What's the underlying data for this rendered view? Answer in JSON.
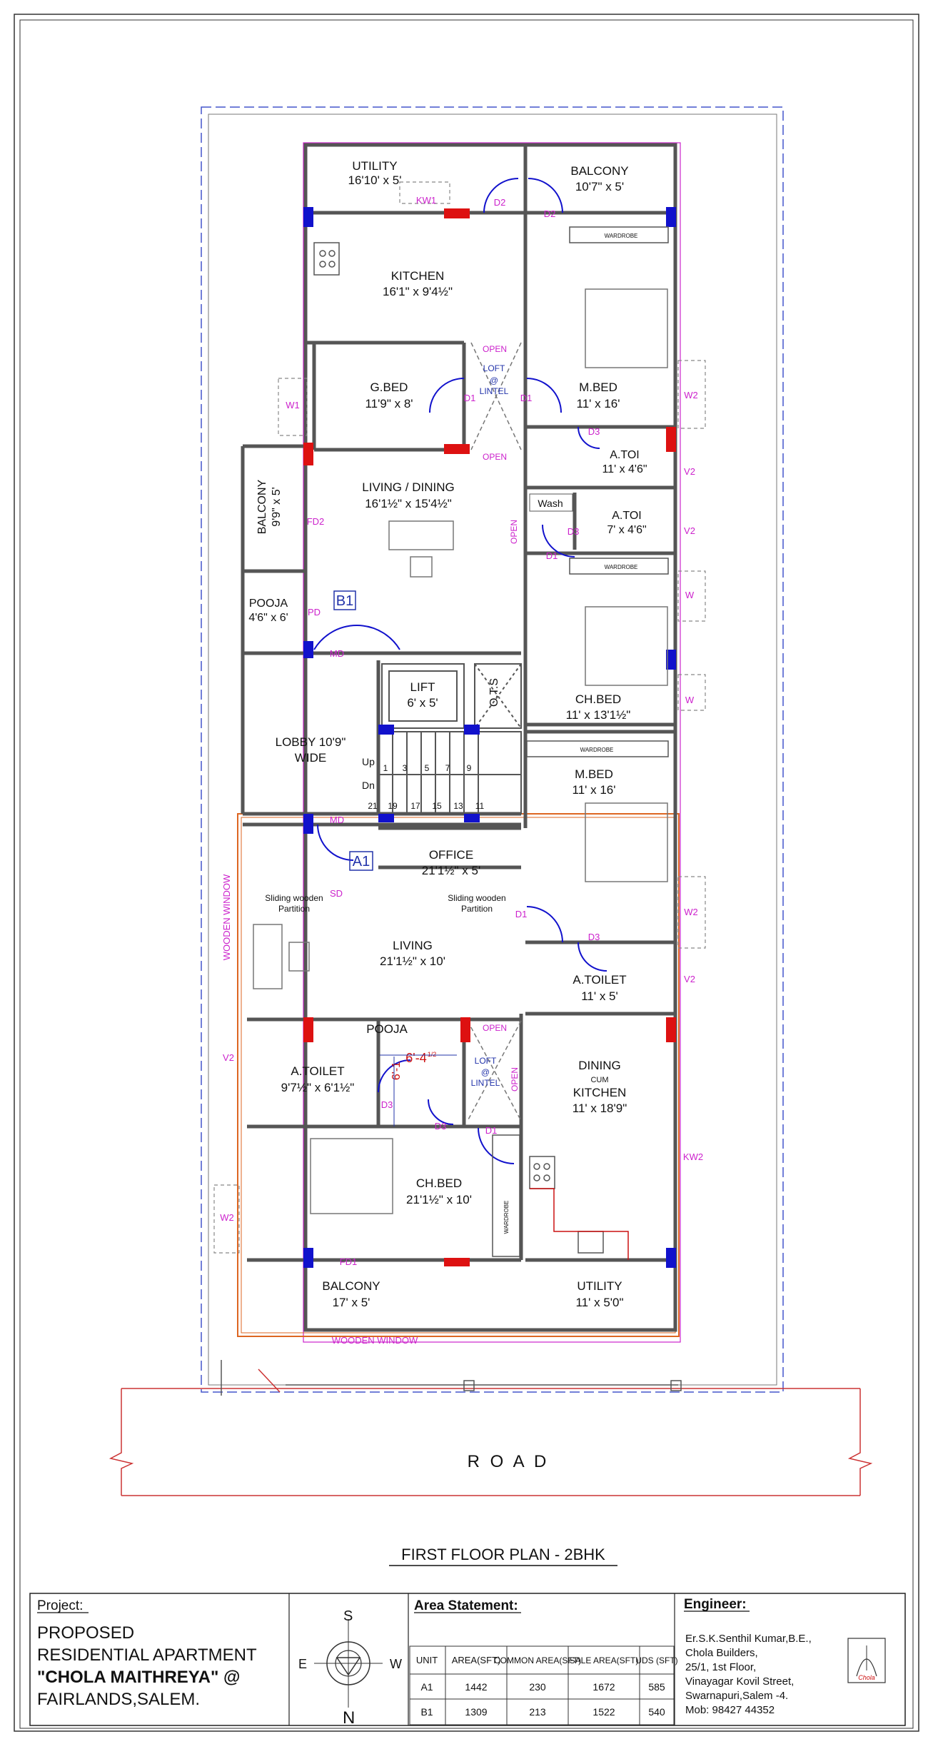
{
  "rooms": {
    "utility_top": {
      "name": "UTILITY",
      "size": "16'10' x 5'"
    },
    "balcony_top": {
      "name": "BALCONY",
      "size": "10'7\" x 5'"
    },
    "kitchen": {
      "name": "KITCHEN",
      "size": "16'1\" x 9'4½\""
    },
    "gbed": {
      "name": "G.BED",
      "size": "11'9\" x 8'"
    },
    "mbed_b1": {
      "name": "M.BED",
      "size": "11' x 16'"
    },
    "atoi_1": {
      "name": "A.TOI",
      "size": "11' x 4'6\""
    },
    "atoi_2": {
      "name": "A.TOI",
      "size": "7' x 4'6\""
    },
    "living_dining": {
      "name": "LIVING / DINING",
      "size": "16'1½\" x 15'4½\""
    },
    "balcony_left": {
      "name": "BALCONY",
      "size": "9'9\" x 5'"
    },
    "pooja_b1": {
      "name": "POOJA",
      "size": "4'6\" x 6'"
    },
    "chbed_b1": {
      "name": "CH.BED",
      "size": "11' x 13'1½\""
    },
    "lift": {
      "name": "LIFT",
      "size": "6' x 5'"
    },
    "lobby": {
      "name": "LOBBY 10'9\"",
      "size": "WIDE"
    },
    "mbed_a1": {
      "name": "M.BED",
      "size": "11' x 16'"
    },
    "office": {
      "name": "OFFICE",
      "size": "21'1½\" x 5'"
    },
    "living_a1": {
      "name": "LIVING",
      "size": "21'1½\" x 10'"
    },
    "atoilet_r": {
      "name": "A.TOILET",
      "size": "11' x 5'"
    },
    "pooja_a1": {
      "name": "POOJA"
    },
    "atoilet_l": {
      "name": "A.TOILET",
      "size": "9'7½\" x 6'1½\""
    },
    "dining": {
      "name": "DINING",
      "sub": "CUM",
      "name2": "KITCHEN",
      "size": "11' x 18'9\""
    },
    "chbed_a1": {
      "name": "CH.BED",
      "size": "21'1½\" x 10'"
    },
    "balcony_bottom": {
      "name": "BALCONY",
      "size": "17' x 5'"
    },
    "utility_bottom": {
      "name": "UTILITY",
      "size": "11' x 5'0\""
    }
  },
  "labels": {
    "kw1": "KW1",
    "kw2": "KW2",
    "d1": "D1",
    "d2": "D2",
    "d3": "D3",
    "w": "W",
    "w1": "W1",
    "w2": "W2",
    "v2": "V2",
    "fd1": "FD1",
    "fd2": "FD2",
    "pd": "PD",
    "md": "MD",
    "sd": "SD",
    "open": "OPEN",
    "loft": "LOFT",
    "at": "@",
    "lintel": "LINTEL",
    "wash": "Wash",
    "wardrobe": "WARDROBE",
    "ots": "O.T.S",
    "up": "Up",
    "dn": "Dn",
    "steps_top": [
      "1",
      "3",
      "5",
      "7",
      "9"
    ],
    "steps_bottom": [
      "21",
      "19",
      "17",
      "15",
      "13",
      "11"
    ],
    "sliding": "Sliding wooden",
    "partition": "Partition",
    "wooden_window": "WOODEN WINDOW",
    "unit_b1": "B1",
    "unit_a1": "A1",
    "dim_1": "6'-4",
    "dim_1_frac": "1/2",
    "dim_2": "6'-1",
    "dim_2_frac": "1/2"
  },
  "road": "R O A D",
  "plan_title": "FIRST FLOOR PLAN - 2BHK",
  "title_block": {
    "project_label": "Project:",
    "project_lines": [
      "PROPOSED",
      "RESIDENTIAL APARTMENT",
      "\"CHOLA MAITHREYA\" @",
      "FAIRLANDS,SALEM."
    ],
    "compass": {
      "n": "N",
      "s": "S",
      "e": "E",
      "w": "W"
    },
    "area_label": "Area Statement:",
    "headers": [
      "UNIT",
      "AREA(SFT)",
      "COMMON AREA(SFT)",
      "SALE AREA(SFT)",
      "UDS (SFT)"
    ],
    "rows": [
      [
        "A1",
        "1442",
        "230",
        "1672",
        "585"
      ],
      [
        "B1",
        "1309",
        "213",
        "1522",
        "540"
      ]
    ],
    "engineer_label": "Engineer:",
    "engineer_lines": [
      "Er.S.K.Senthil Kumar,B.E.,",
      "Chola Builders,",
      "25/1, 1st Floor,",
      "Vinayagar Kovil Street,",
      "Swarnapuri,Salem -4.",
      "Mob: 98427 44352"
    ],
    "logo_text": "Chola"
  },
  "colors": {
    "wall": "#555555",
    "magenta": "#cc22cc",
    "blue": "#1111cc",
    "red": "#dd1111",
    "orange": "#dd6622"
  }
}
